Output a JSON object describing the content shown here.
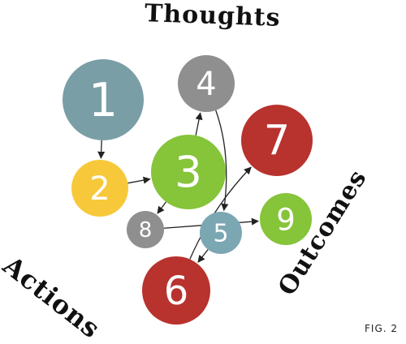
{
  "labels": {
    "thoughts": "Thoughts",
    "actions": "Actions",
    "outcomes": "Outcomes",
    "figure": "FIG. 2"
  },
  "colors": {
    "teal": "#7a9ea6",
    "gray": "#8f8f8f",
    "red": "#b8322e",
    "green": "#86c43a",
    "yellow": "#f7c93a",
    "lightblue": "#7ba7b3",
    "arrow": "#222222"
  },
  "nodes": [
    {
      "id": "1",
      "label": "1",
      "color": "teal"
    },
    {
      "id": "2",
      "label": "2",
      "color": "yellow"
    },
    {
      "id": "3",
      "label": "3",
      "color": "green"
    },
    {
      "id": "4",
      "label": "4",
      "color": "gray"
    },
    {
      "id": "5",
      "label": "5",
      "color": "lightblue"
    },
    {
      "id": "6",
      "label": "6",
      "color": "red"
    },
    {
      "id": "7",
      "label": "7",
      "color": "red"
    },
    {
      "id": "8",
      "label": "8",
      "color": "gray"
    },
    {
      "id": "9",
      "label": "9",
      "color": "green"
    }
  ],
  "edges": [
    {
      "from": "1",
      "to": "2"
    },
    {
      "from": "2",
      "to": "3"
    },
    {
      "from": "3",
      "to": "4"
    },
    {
      "from": "3",
      "to": "8"
    },
    {
      "from": "4",
      "to": "5"
    },
    {
      "from": "8",
      "to": "9"
    },
    {
      "from": "5",
      "to": "6"
    },
    {
      "from": "6",
      "to": "7"
    }
  ]
}
